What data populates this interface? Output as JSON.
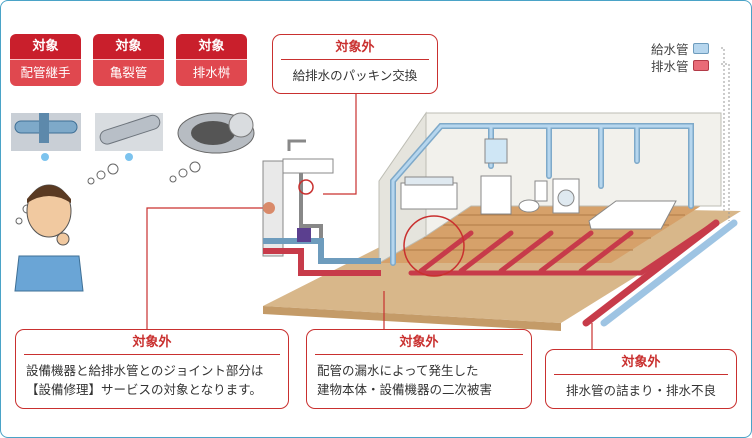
{
  "tags": [
    {
      "heading": "対象",
      "label": "配管継手"
    },
    {
      "heading": "対象",
      "label": "亀裂管"
    },
    {
      "heading": "対象",
      "label": "排水桝"
    }
  ],
  "callouts": {
    "packing": {
      "heading": "対象外",
      "text": "給排水のパッキン交換"
    },
    "joint": {
      "heading": "対象外",
      "line1": "設備機器と給排水管とのジョイント部分は",
      "line2": "【設備修理】サービスの対象となります。"
    },
    "leak": {
      "heading": "対象外",
      "line1": "配管の漏水によって発生した",
      "line2": "建物本体・設備機器の二次被害"
    },
    "drain": {
      "heading": "対象外",
      "text": "排水管の詰まり・排水不良"
    }
  },
  "legend": {
    "supply": {
      "label": "給水管",
      "color": "#b6d6ee"
    },
    "drain": {
      "label": "排水管",
      "color": "#e96b77"
    }
  }
}
